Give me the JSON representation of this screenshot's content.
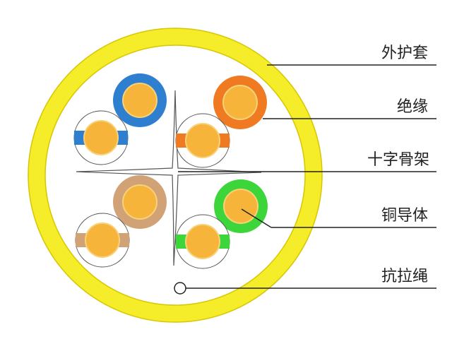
{
  "labels": {
    "outer_jacket": "外护套",
    "insulation": "绝缘",
    "cross_filler": "十字骨架",
    "copper_conductor": "铜导体",
    "ripcord": "抗拉绳"
  },
  "colors": {
    "jacket": "#f5ec2a",
    "jacket_stroke": "#d8c600",
    "copper": "#f6b43a",
    "copper_highlight": "#f8d27a",
    "blue": "#2f7fd0",
    "orange": "#f07a22",
    "brown": "#d2a277",
    "green": "#3dd63a",
    "line": "#222222",
    "outline": "#555555"
  }
}
